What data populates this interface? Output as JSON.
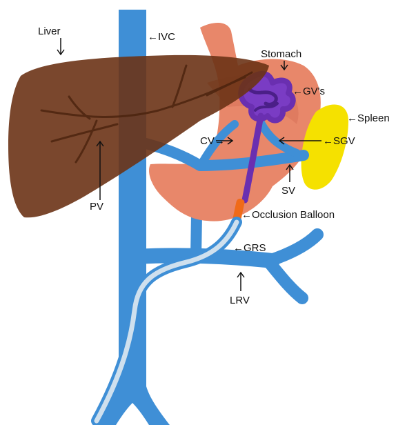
{
  "labels": {
    "liver": "Liver",
    "ivc": "←IVC",
    "stomach": "Stomach",
    "gvs": "←GV's",
    "spleen": "←Spleen",
    "cv": "CV→",
    "sgv": "←SGV",
    "sv": "SV",
    "pv": "PV",
    "occlusion_balloon": "←Occlusion Balloon",
    "grs": "←GRS",
    "lrv": "LRV"
  },
  "colors": {
    "vein_blue": "#3f8fd6",
    "liver_brown": "#6b3316",
    "stomach_salmon": "#e8876a",
    "varices_purple": "#6a2fb0",
    "spleen_yellow": "#f5e100",
    "balloon_orange": "#f06a18",
    "catheter_light": "#cfe0ee"
  }
}
